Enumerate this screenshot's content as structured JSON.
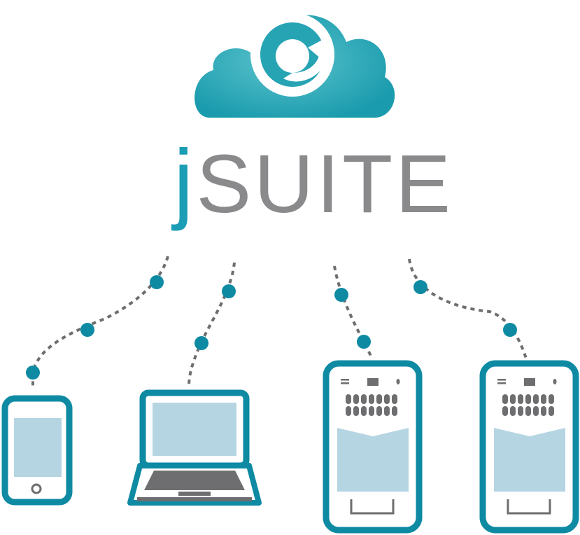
{
  "logo": {
    "brand_prefix": "j",
    "brand_name": "SUITE",
    "cloud_letter": "e"
  },
  "devices": [
    {
      "name": "smartphone"
    },
    {
      "name": "laptop"
    },
    {
      "name": "tablet"
    },
    {
      "name": "tablet"
    }
  ],
  "colors": {
    "accent": "#0e8aa3",
    "cloud": "#2aa9b8",
    "screen": "#b6d5e3",
    "gray": "#6e6e70",
    "text": "#8a8a8c"
  }
}
